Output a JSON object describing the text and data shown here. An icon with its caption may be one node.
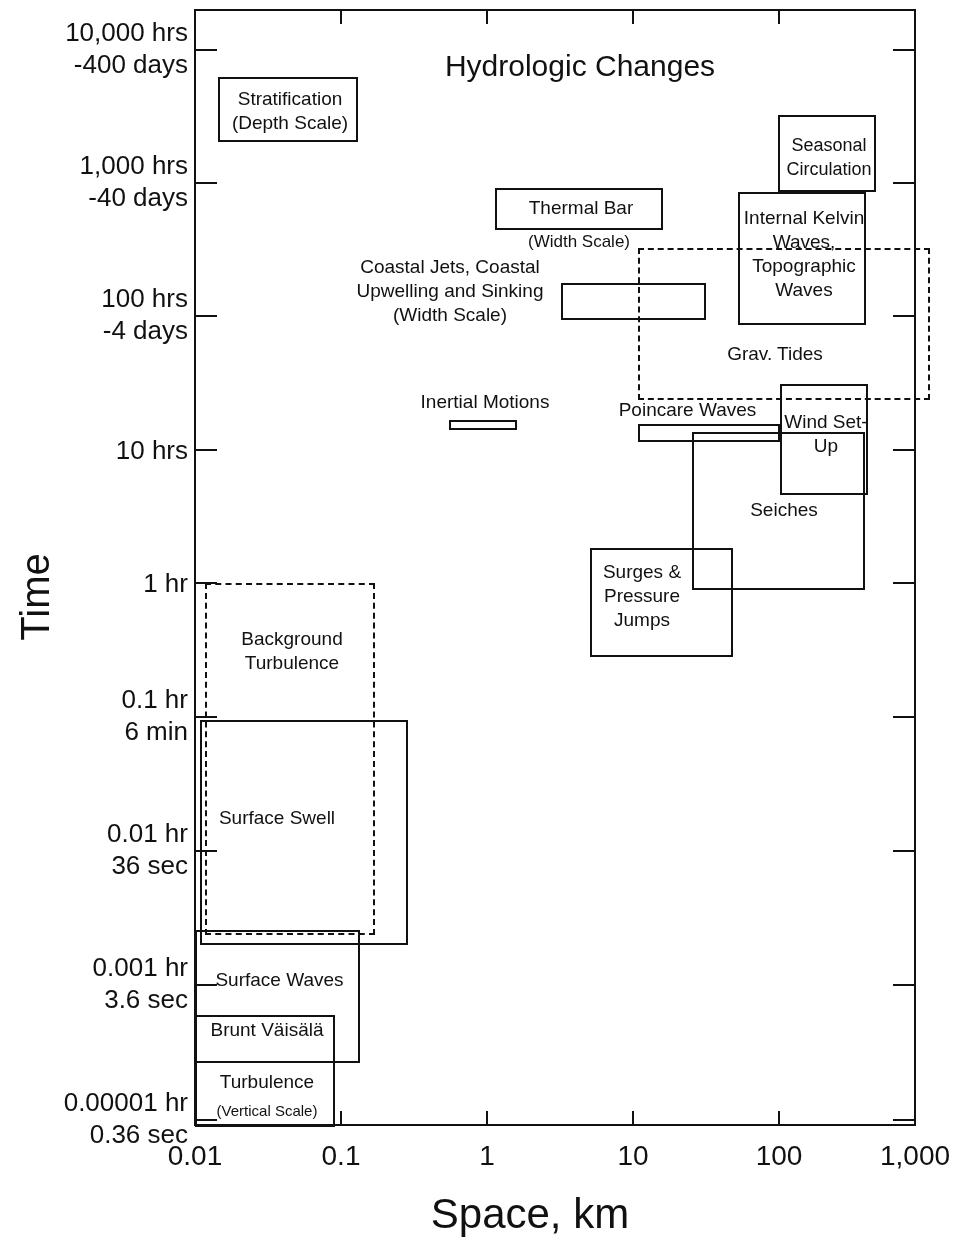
{
  "diagram": {
    "title": "Hydrologic Changes",
    "nodes": [
      {
        "text": [
          "Stratification (Depth Scale)"
        ]
      },
      {
        "text": [
          "Thermal Bar"
        ],
        "beside": [
          "(Width Scale)"
        ]
      },
      {
        "text": [
          "Seasonal Circulation"
        ]
      },
      {
        "text": [
          "Internal Kelvin Waves, Topographic Waves"
        ]
      },
      {
        "text": [
          "Grav. Tides"
        ]
      },
      {
        "text": [],
        "shape": "box",
        "beside": [
          "Coastal Jets, Coastal Upwelling and Sinking (Width Scale)"
        ]
      },
      {
        "text": [],
        "shape": "box",
        "beside": [
          "Inertial Motions"
        ]
      },
      {
        "text": [],
        "shape": "box",
        "beside": [
          "Poincare Waves"
        ]
      },
      {
        "text": [
          "Wind Set-Up"
        ]
      },
      {
        "text": [
          "Seiches"
        ]
      },
      {
        "text": [
          "Surges & Pressure Jumps"
        ]
      },
      {
        "text": [
          "Background Turbulence"
        ]
      },
      {
        "text": [
          "Surface Swell"
        ]
      },
      {
        "text": [
          "Surface Waves"
        ]
      },
      {
        "text": [
          "Brunt Väisälä Turbulence",
          "(Vertical Scale)"
        ]
      }
    ],
    "edges": [],
    "labels": [
      "10,000 hrs -400 days",
      "1,000 hrs -40 days",
      "100 hrs -4 days",
      "10 hrs",
      "1 hr",
      "0.1 hr 6 min",
      "0.01 hr 36 sec",
      "0.001 hr 3.6 sec",
      "0.00001 hr 0.36 sec",
      "Time",
      "0.01",
      "0.1",
      "1",
      "10",
      "100",
      "1,000",
      "Space, km"
    ]
  }
}
